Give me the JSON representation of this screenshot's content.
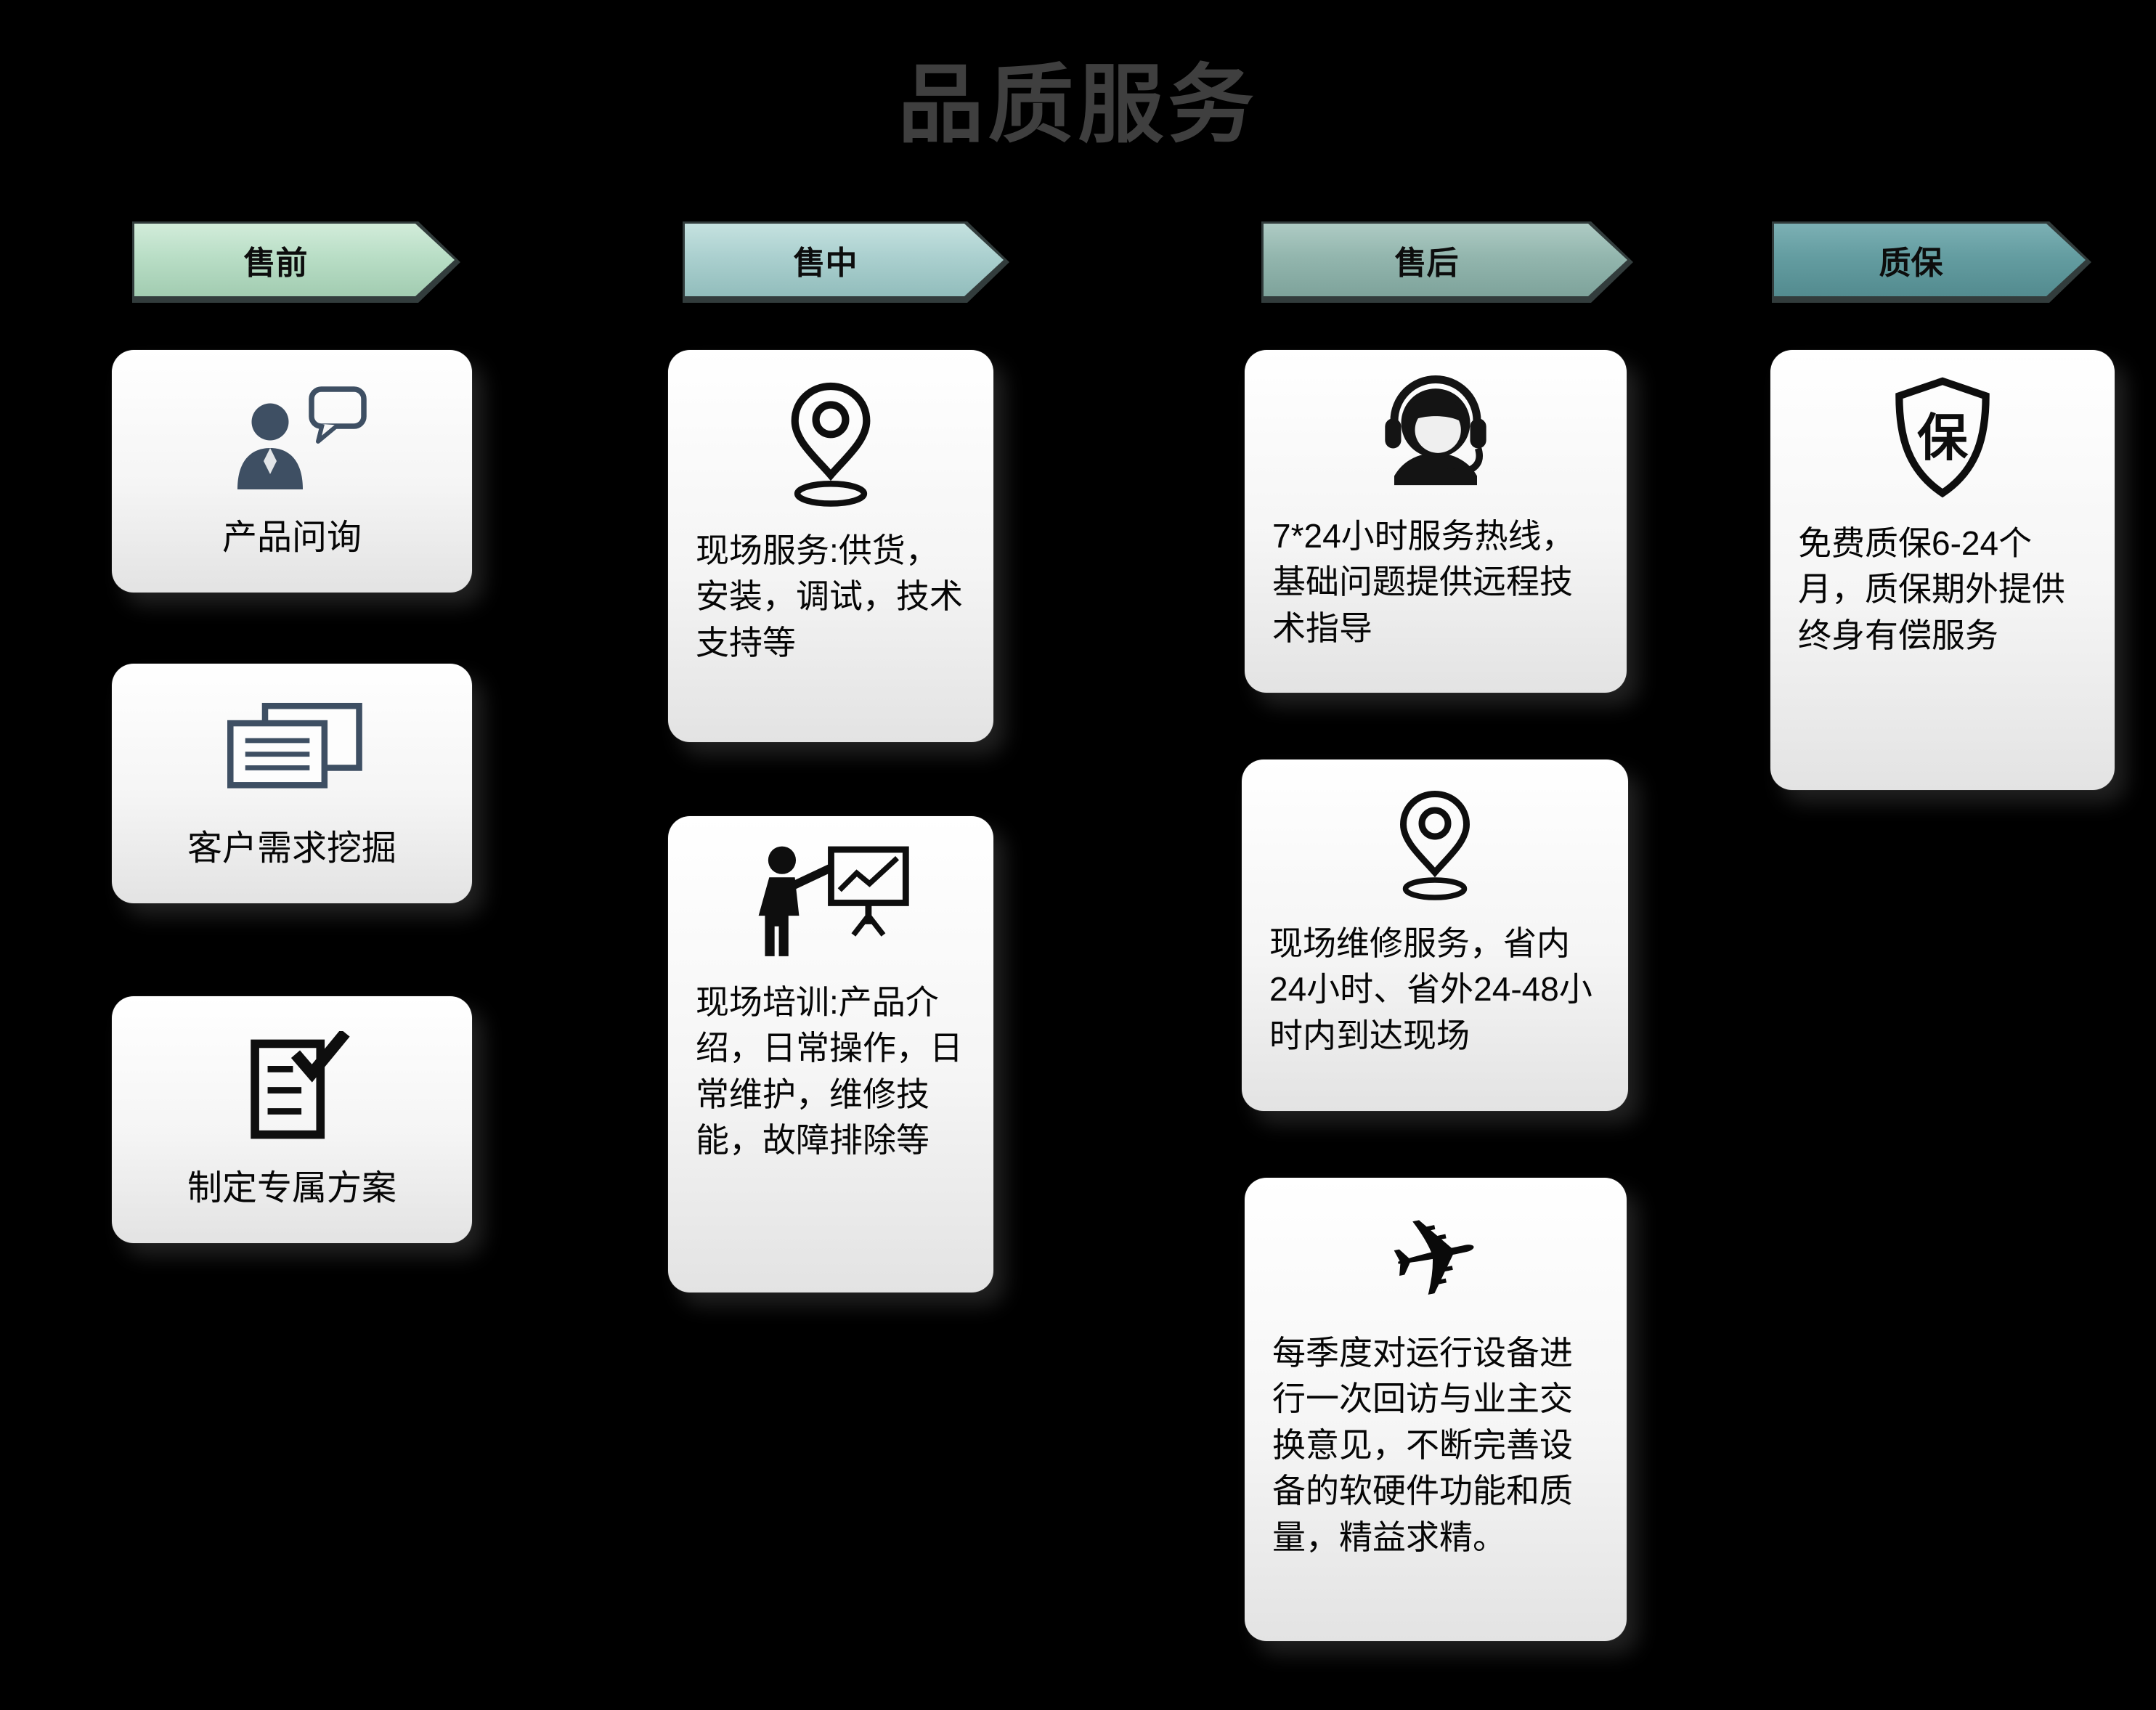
{
  "title": "品质服务",
  "colors": {
    "background": "#000000",
    "title_text": "#3f3f3f",
    "arrow_border": "#323c3c",
    "stage_presale_fill": "#b9dec6",
    "stage_insale_fill": "#abd0cf",
    "stage_aftersale_fill": "#93b6ae",
    "stage_warranty_fill": "#649da1",
    "card_bg_top": "#ffffff",
    "card_bg_bottom": "#e3e3e3",
    "icon_slate_blue": "#3e4f63",
    "icon_black": "#111111"
  },
  "columns": [
    {
      "header": {
        "label": "售前"
      },
      "cards": [
        {
          "icon": "person-chat-icon",
          "text": "产品问询"
        },
        {
          "icon": "documents-icon",
          "text": "客户需求挖掘"
        },
        {
          "icon": "clipboard-check-icon",
          "text": "制定专属方案"
        }
      ]
    },
    {
      "header": {
        "label": "售中"
      },
      "cards": [
        {
          "icon": "location-pin-icon",
          "text": "现场服务:供货，安装，调试，技术支持等"
        },
        {
          "icon": "trainer-board-icon",
          "text": "现场培训:产品介绍，日常操作，日常维护，维修技能，故障排除等"
        }
      ]
    },
    {
      "header": {
        "label": "售后"
      },
      "cards": [
        {
          "icon": "headset-agent-icon",
          "text": "7*24小时服务热线，基础问题提供远程技术指导"
        },
        {
          "icon": "location-pin-icon",
          "text": "现场维修服务，省内24小时、省外24-48小时内到达现场"
        },
        {
          "icon": "airplane-icon",
          "text": "每季度对运行设备进行一次回访与业主交换意见，不断完善设备的软硬件功能和质量，精益求精。"
        }
      ]
    },
    {
      "header": {
        "label": "质保"
      },
      "cards": [
        {
          "icon": "shield-badge-icon",
          "badge": "保",
          "text": "免费质保6-24个月，质保期外提供终身有偿服务"
        }
      ]
    }
  ]
}
